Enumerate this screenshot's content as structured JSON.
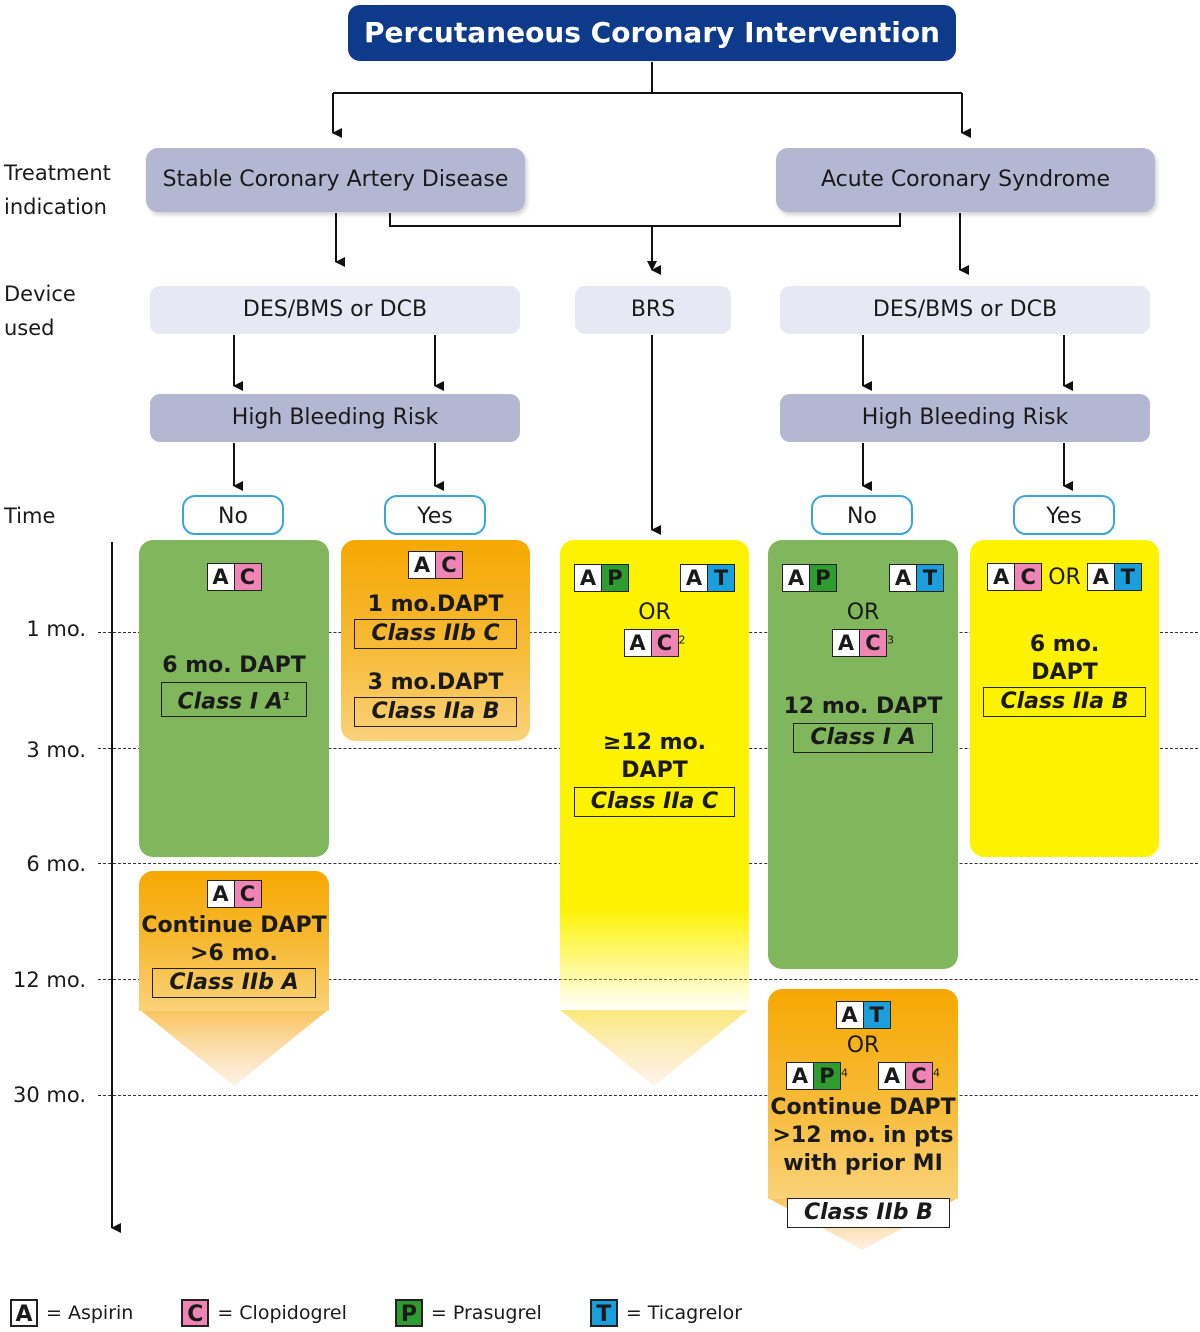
{
  "title": "Percutaneous Coronary Intervention",
  "row_labels": {
    "treatment": "Treatment indication",
    "device": "Device used",
    "time": "Time"
  },
  "indications": {
    "stable": "Stable Coronary Artery Disease",
    "acute": "Acute Coronary Syndrome"
  },
  "devices": {
    "left": "DES/BMS or DCB",
    "middle": "BRS",
    "right": "DES/BMS or DCB"
  },
  "bleeding_risk": {
    "label": "High Bleeding Risk",
    "no": "No",
    "yes": "Yes"
  },
  "time_ticks": [
    "1 mo.",
    "3 mo.",
    "6 mo.",
    "12 mo.",
    "30 mo."
  ],
  "connector": "OR",
  "drugs": {
    "A": {
      "letter": "A",
      "name": "Aspirin",
      "color": "#ffffff"
    },
    "C": {
      "letter": "C",
      "name": "Clopidogrel",
      "color": "#ee85b5"
    },
    "P": {
      "letter": "P",
      "name": "Prasugrel",
      "color": "#2e9c2e"
    },
    "T": {
      "letter": "T",
      "name": "Ticagrelor",
      "color": "#1a9fdc"
    }
  },
  "panels": {
    "scad_no": {
      "duration": "6 mo. DAPT",
      "class": "Class I A",
      "footnote": "1"
    },
    "scad_no_ext": {
      "line1": "Continue DAPT",
      "line2": ">6 mo.",
      "class": "Class IIb A"
    },
    "scad_yes": {
      "d1": "1 mo.DAPT",
      "c1": "Class IIb C",
      "d2": "3 mo.DAPT",
      "c2": "Class IIa B"
    },
    "brs": {
      "footnote": "2",
      "line1": "≥12 mo.",
      "line2": "DAPT",
      "class": "Class IIa C"
    },
    "acs_no": {
      "footnote": "3",
      "duration": "12 mo. DAPT",
      "class": "Class I A"
    },
    "acs_no_ext": {
      "footnote": "4",
      "line1": "Continue DAPT",
      "line2": ">12 mo. in pts",
      "line3": "with prior MI",
      "class": "Class IIb B"
    },
    "acs_yes": {
      "line1": "6 mo.",
      "line2": "DAPT",
      "class": "Class IIa B"
    }
  },
  "legend": [
    {
      "letter": "A",
      "text": "= Aspirin"
    },
    {
      "letter": "C",
      "text": "= Clopidogrel"
    },
    {
      "letter": "P",
      "text": "= Prasugrel"
    },
    {
      "letter": "T",
      "text": "= Ticagrelor"
    }
  ]
}
